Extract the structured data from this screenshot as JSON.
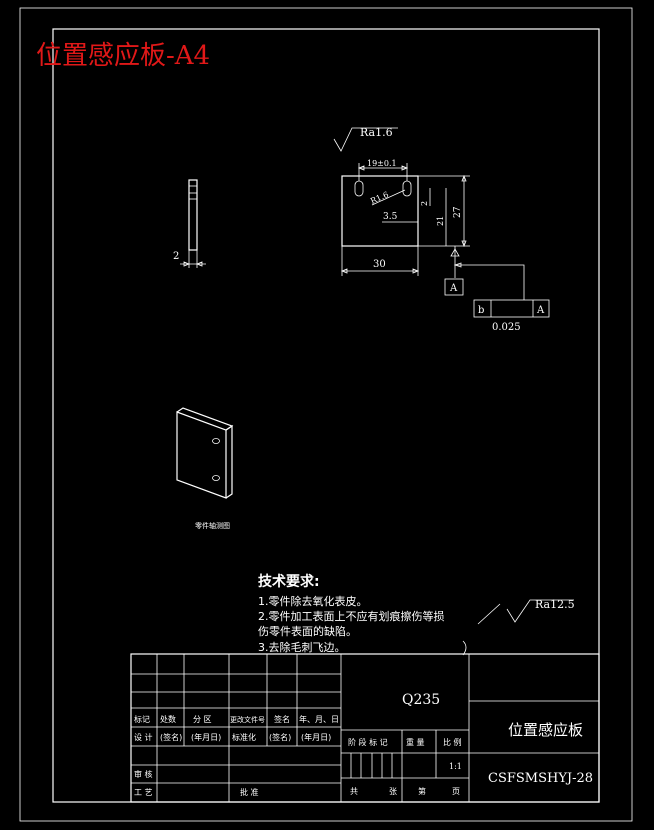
{
  "title_stamp": "位置感应板-A4",
  "front_view": {
    "roughness": "Ra1.6",
    "hole_spacing": "19±0.1",
    "hole_radius": "R1.6",
    "dim_3_5": "3.5",
    "dim_2": "2",
    "dim_21": "21",
    "dim_27": "27",
    "width": "30",
    "datum": "A"
  },
  "side_view": {
    "thickness": "2"
  },
  "tolerance_frame": {
    "symbol": "b",
    "datum": "A",
    "value": "0.025"
  },
  "iso_caption": "零件轴测图",
  "tech_requirements": {
    "heading": "技术要求:",
    "items": [
      "1.零件除去氧化表皮。",
      "2.零件加工表面上不应有划痕擦伤等损",
      "伤零件表面的缺陷。",
      "3.去除毛刺飞边。"
    ],
    "default_roughness": "Ra12.5"
  },
  "title_block": {
    "material": "Q235",
    "part_name": "位置感应板",
    "drawing_number": "CSFSMSHYJ-28",
    "scale": "1:1",
    "row_labels": [
      "标记",
      "处数",
      "分 区",
      "更改文件号",
      "签名",
      "年、月、日"
    ],
    "design": [
      "设 计",
      "(签名)",
      "(年月日)",
      "标准化",
      "(签名)",
      "(年月日)"
    ],
    "stage_labels": [
      "阶 段 标 记",
      "重 量",
      "比 例"
    ],
    "review": "审 核",
    "process": "工 艺",
    "approve": "批 准",
    "sheets": [
      "共",
      "张",
      "第",
      "页"
    ]
  }
}
